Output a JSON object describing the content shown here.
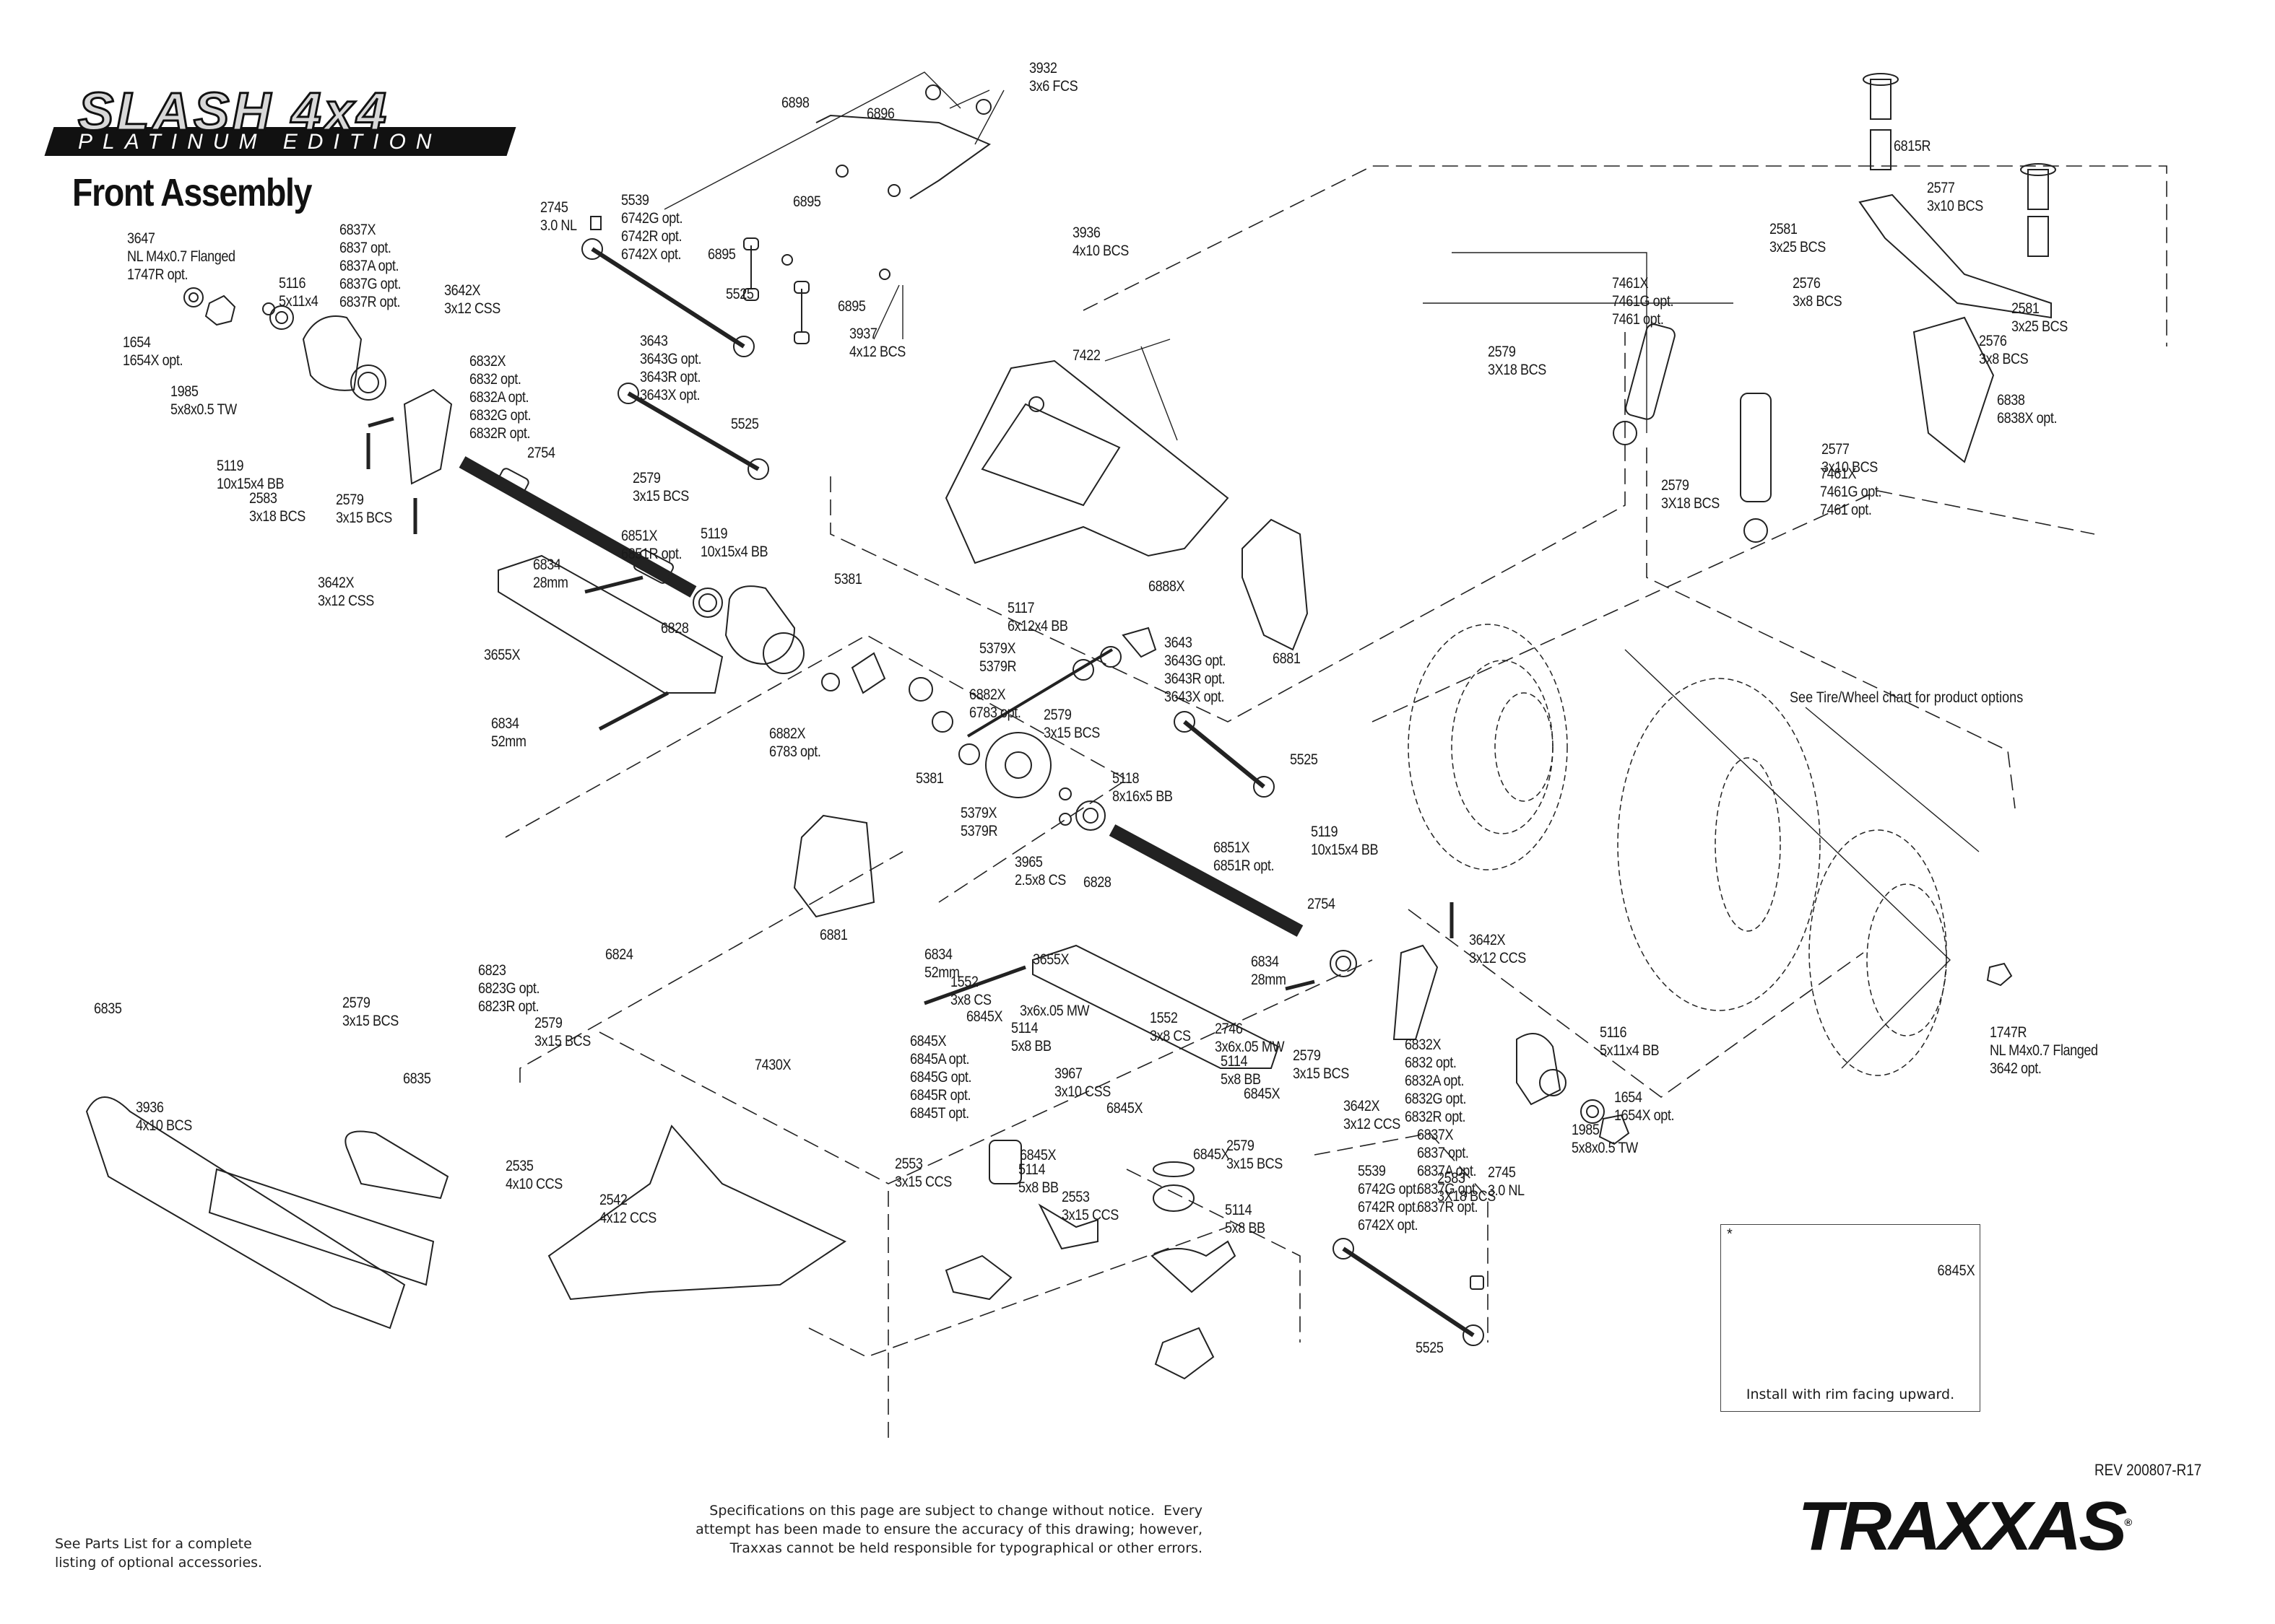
{
  "header": {
    "logo_main": "SLASH 4x4",
    "logo_sub": "PLATINUM EDITION",
    "page_title": "Front Assembly"
  },
  "callouts": [
    {
      "id": "c01",
      "lines": [
        "3647",
        "NL M4x0.7 Flanged",
        "1747R opt."
      ]
    },
    {
      "id": "c02",
      "lines": [
        "1654",
        "1654X opt."
      ]
    },
    {
      "id": "c03",
      "lines": [
        "1985",
        "5x8x0.5 TW"
      ]
    },
    {
      "id": "c04",
      "lines": [
        "5116",
        "5x11x4"
      ]
    },
    {
      "id": "c05",
      "lines": [
        "6837X",
        "6837 opt.",
        "6837A opt.",
        "6837G opt.",
        "6837R opt."
      ]
    },
    {
      "id": "c06",
      "lines": [
        "3642X",
        "3x12 CSS"
      ]
    },
    {
      "id": "c07",
      "lines": [
        "6832X",
        "6832 opt.",
        "6832A opt.",
        "6832G opt.",
        "6832R opt."
      ]
    },
    {
      "id": "c08",
      "lines": [
        "5119",
        "10x15x4 BB"
      ]
    },
    {
      "id": "c09",
      "lines": [
        "2583",
        "3x18 BCS"
      ]
    },
    {
      "id": "c10",
      "lines": [
        "2579",
        "3x15 BCS"
      ]
    },
    {
      "id": "c11",
      "lines": [
        "3642X",
        "3x12 CSS"
      ]
    },
    {
      "id": "c12",
      "lines": [
        "2754"
      ]
    },
    {
      "id": "c13",
      "lines": [
        "2745",
        "3.0 NL"
      ]
    },
    {
      "id": "c14",
      "lines": [
        "5539",
        "6742G opt.",
        "6742R opt.",
        "6742X opt."
      ]
    },
    {
      "id": "c15",
      "lines": [
        "6895"
      ]
    },
    {
      "id": "c16",
      "lines": [
        "5525"
      ]
    },
    {
      "id": "c17",
      "lines": [
        "3643",
        "3643G opt.",
        "3643R opt.",
        "3643X opt."
      ]
    },
    {
      "id": "c18",
      "lines": [
        "5525"
      ]
    },
    {
      "id": "c19",
      "lines": [
        "2579",
        "3x15 BCS"
      ]
    },
    {
      "id": "c20",
      "lines": [
        "6851X",
        "6851R opt."
      ]
    },
    {
      "id": "c21",
      "lines": [
        "5119",
        "10x15x4 BB"
      ]
    },
    {
      "id": "c22",
      "lines": [
        "6834",
        "28mm"
      ]
    },
    {
      "id": "c23",
      "lines": [
        "6828"
      ]
    },
    {
      "id": "c24",
      "lines": [
        "3655X"
      ]
    },
    {
      "id": "c25",
      "lines": [
        "6834",
        "52mm"
      ]
    },
    {
      "id": "c26",
      "lines": [
        "6898"
      ]
    },
    {
      "id": "c27",
      "lines": [
        "6896"
      ]
    },
    {
      "id": "c28",
      "lines": [
        "3932",
        "3x6 FCS"
      ]
    },
    {
      "id": "c29",
      "lines": [
        "6895"
      ]
    },
    {
      "id": "c30",
      "lines": [
        "6895"
      ]
    },
    {
      "id": "c31",
      "lines": [
        "3936",
        "4x10 BCS"
      ]
    },
    {
      "id": "c32",
      "lines": [
        "3937",
        "4x12 BCS"
      ]
    },
    {
      "id": "c33",
      "lines": [
        "7422"
      ]
    },
    {
      "id": "c34",
      "lines": [
        "5381"
      ]
    },
    {
      "id": "c35",
      "lines": [
        "5117",
        "6x12x4 BB"
      ]
    },
    {
      "id": "c36",
      "lines": [
        "6888X"
      ]
    },
    {
      "id": "c37",
      "lines": [
        "5379X",
        "5379R"
      ]
    },
    {
      "id": "c38",
      "lines": [
        "6882X",
        "6783 opt."
      ]
    },
    {
      "id": "c39",
      "lines": [
        "6882X",
        "6783 opt."
      ]
    },
    {
      "id": "c40",
      "lines": [
        "6881"
      ]
    },
    {
      "id": "c41",
      "lines": [
        "3643",
        "3643G opt.",
        "3643R opt.",
        "3643X opt."
      ]
    },
    {
      "id": "c42",
      "lines": [
        "2579",
        "3x15 BCS"
      ]
    },
    {
      "id": "c43",
      "lines": [
        "5381"
      ]
    },
    {
      "id": "c44",
      "lines": [
        "5118",
        "8x16x5 BB"
      ]
    },
    {
      "id": "c45",
      "lines": [
        "5525"
      ]
    },
    {
      "id": "c46",
      "lines": [
        "5379X",
        "5379R"
      ]
    },
    {
      "id": "c47",
      "lines": [
        "3965",
        "2.5x8 CS"
      ]
    },
    {
      "id": "c48",
      "lines": [
        "6828"
      ]
    },
    {
      "id": "c49",
      "lines": [
        "6851X",
        "6851R opt."
      ]
    },
    {
      "id": "c50",
      "lines": [
        "6881"
      ]
    },
    {
      "id": "c51",
      "lines": [
        "5119",
        "10x15x4 BB"
      ]
    },
    {
      "id": "c52",
      "lines": [
        "2754"
      ]
    },
    {
      "id": "c53",
      "lines": [
        "3642X",
        "3x12 CCS"
      ]
    },
    {
      "id": "c54",
      "lines": [
        "6834",
        "52mm"
      ]
    },
    {
      "id": "c55",
      "lines": [
        "3655X"
      ]
    },
    {
      "id": "c56",
      "lines": [
        "6834",
        "28mm"
      ]
    },
    {
      "id": "c57",
      "lines": [
        "2579",
        "3x15 BCS"
      ]
    },
    {
      "id": "c58",
      "lines": [
        "3642X",
        "3x12 CCS"
      ]
    },
    {
      "id": "c59",
      "lines": [
        "6832X",
        "6832 opt.",
        "6832A opt.",
        "6832G opt.",
        "6832R opt."
      ]
    },
    {
      "id": "c60",
      "lines": [
        "5116",
        "5x11x4 BB"
      ]
    },
    {
      "id": "c61",
      "lines": [
        "1654",
        "1654X opt."
      ]
    },
    {
      "id": "c62",
      "lines": [
        "6837X",
        "6837 opt.",
        "6837A opt.",
        "6837G opt.",
        "6837R opt."
      ]
    },
    {
      "id": "c63",
      "lines": [
        "1985",
        "5x8x0.5 TW"
      ]
    },
    {
      "id": "c64",
      "lines": [
        "5539",
        "6742G opt.",
        "6742R opt.",
        "6742X opt."
      ]
    },
    {
      "id": "c65",
      "lines": [
        "2583",
        "3X18 BCS"
      ]
    },
    {
      "id": "c66",
      "lines": [
        "2745",
        "3.0 NL"
      ]
    },
    {
      "id": "c67",
      "lines": [
        "5525"
      ]
    },
    {
      "id": "c68",
      "lines": [
        "1747R",
        "NL M4x0.7 Flanged",
        "3642 opt."
      ]
    },
    {
      "id": "c69",
      "lines": [
        "6815R"
      ]
    },
    {
      "id": "c70",
      "lines": [
        "2577",
        "3x10 BCS"
      ]
    },
    {
      "id": "c71",
      "lines": [
        "2581",
        "3x25 BCS"
      ]
    },
    {
      "id": "c72",
      "lines": [
        "2576",
        "3x8 BCS"
      ]
    },
    {
      "id": "c73",
      "lines": [
        "2581",
        "3x25 BCS"
      ]
    },
    {
      "id": "c74",
      "lines": [
        "2576",
        "3x8 BCS"
      ]
    },
    {
      "id": "c75",
      "lines": [
        "7461X",
        "7461G opt.",
        "7461 opt."
      ]
    },
    {
      "id": "c76",
      "lines": [
        "2579",
        "3X18 BCS"
      ]
    },
    {
      "id": "c77",
      "lines": [
        "6838",
        "6838X opt."
      ]
    },
    {
      "id": "c78",
      "lines": [
        "2577",
        "3x10 BCS"
      ]
    },
    {
      "id": "c79",
      "lines": [
        "7461X",
        "7461G opt.",
        "7461 opt."
      ]
    },
    {
      "id": "c80",
      "lines": [
        "2579",
        "3X18 BCS"
      ]
    },
    {
      "id": "c81",
      "lines": [
        "6823",
        "6823G opt.",
        "6823R opt."
      ]
    },
    {
      "id": "c82",
      "lines": [
        "6824"
      ]
    },
    {
      "id": "c83",
      "lines": [
        "2579",
        "3x15 BCS"
      ]
    },
    {
      "id": "c84",
      "lines": [
        "2579",
        "3x15 BCS"
      ]
    },
    {
      "id": "c85",
      "lines": [
        "6835"
      ]
    },
    {
      "id": "c86",
      "lines": [
        "6835"
      ]
    },
    {
      "id": "c87",
      "lines": [
        "3936",
        "4x10 BCS"
      ]
    },
    {
      "id": "c88",
      "lines": [
        "7430X"
      ]
    },
    {
      "id": "c89",
      "lines": [
        "2535",
        "4x10 CCS"
      ]
    },
    {
      "id": "c90",
      "lines": [
        "2542",
        "4x12 CCS"
      ]
    },
    {
      "id": "c91",
      "lines": [
        "1552",
        "3x8 CS"
      ]
    },
    {
      "id": "c92",
      "lines": [
        "3x6x.05 MW"
      ]
    },
    {
      "id": "c93",
      "lines": [
        "6845X"
      ]
    },
    {
      "id": "c94",
      "lines": [
        "5114",
        "5x8 BB"
      ]
    },
    {
      "id": "c95",
      "lines": [
        "6845X",
        "6845A opt.",
        "6845G opt.",
        "6845R opt.",
        "6845T opt."
      ]
    },
    {
      "id": "c96",
      "lines": [
        "3967",
        "3x10 CSS"
      ]
    },
    {
      "id": "c97",
      "lines": [
        "6845X"
      ]
    },
    {
      "id": "c98",
      "lines": [
        "1552",
        "3x8 CS"
      ]
    },
    {
      "id": "c99",
      "lines": [
        "2746",
        "3x6x.05 MW"
      ]
    },
    {
      "id": "c100",
      "lines": [
        "5114",
        "5x8 BB"
      ]
    },
    {
      "id": "c101",
      "lines": [
        "6845X"
      ]
    },
    {
      "id": "c102",
      "lines": [
        "2579",
        "3x15 BCS"
      ]
    },
    {
      "id": "c103",
      "lines": [
        "6845X"
      ]
    },
    {
      "id": "c104",
      "lines": [
        "2553",
        "3x15 CCS"
      ]
    },
    {
      "id": "c105",
      "lines": [
        "5114",
        "5x8 BB"
      ]
    },
    {
      "id": "c106",
      "lines": [
        "6845X"
      ]
    },
    {
      "id": "c107",
      "lines": [
        "2553",
        "3x15 CCS"
      ]
    },
    {
      "id": "c108",
      "lines": [
        "5114",
        "5x8 BB"
      ]
    }
  ],
  "tire_note": "See Tire/Wheel chart for product options",
  "inset": {
    "marker": "*",
    "part_number": "6845X",
    "caption": "Install with rim facing upward."
  },
  "footer": {
    "parts_list_note": "See Parts List for a complete\nlisting of optional accessories.",
    "disclaimer": "Specifications on this page are subject to change without notice.  Every\nattempt has been made to ensure the accuracy of this drawing; however,\nTraxxas cannot be held responsible for typographical or other errors.",
    "revision": "REV 200807-R17",
    "brand": "TRAXXAS"
  }
}
